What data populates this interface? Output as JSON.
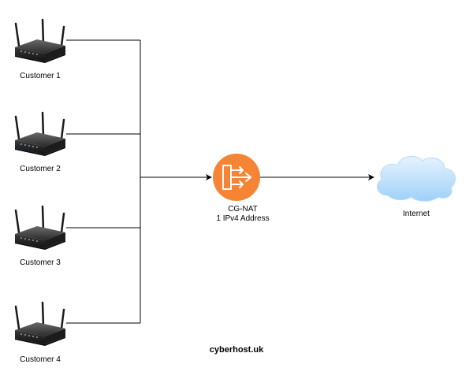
{
  "customers": [
    {
      "label": "Customer 1"
    },
    {
      "label": "Customer 2"
    },
    {
      "label": "Customer 3"
    },
    {
      "label": "Customer 4"
    }
  ],
  "nat": {
    "title": "CG-NAT",
    "subtitle": "1 IPv4 Address",
    "icon": "nat-gateway-icon",
    "color": "#f58534"
  },
  "internet": {
    "label": "Internet",
    "icon": "cloud-icon",
    "color": "#cde7ff"
  },
  "footer": {
    "brand": "cyberhost.uk"
  },
  "colors": {
    "connector": "#000000",
    "router_body": "#2b2b2b"
  }
}
